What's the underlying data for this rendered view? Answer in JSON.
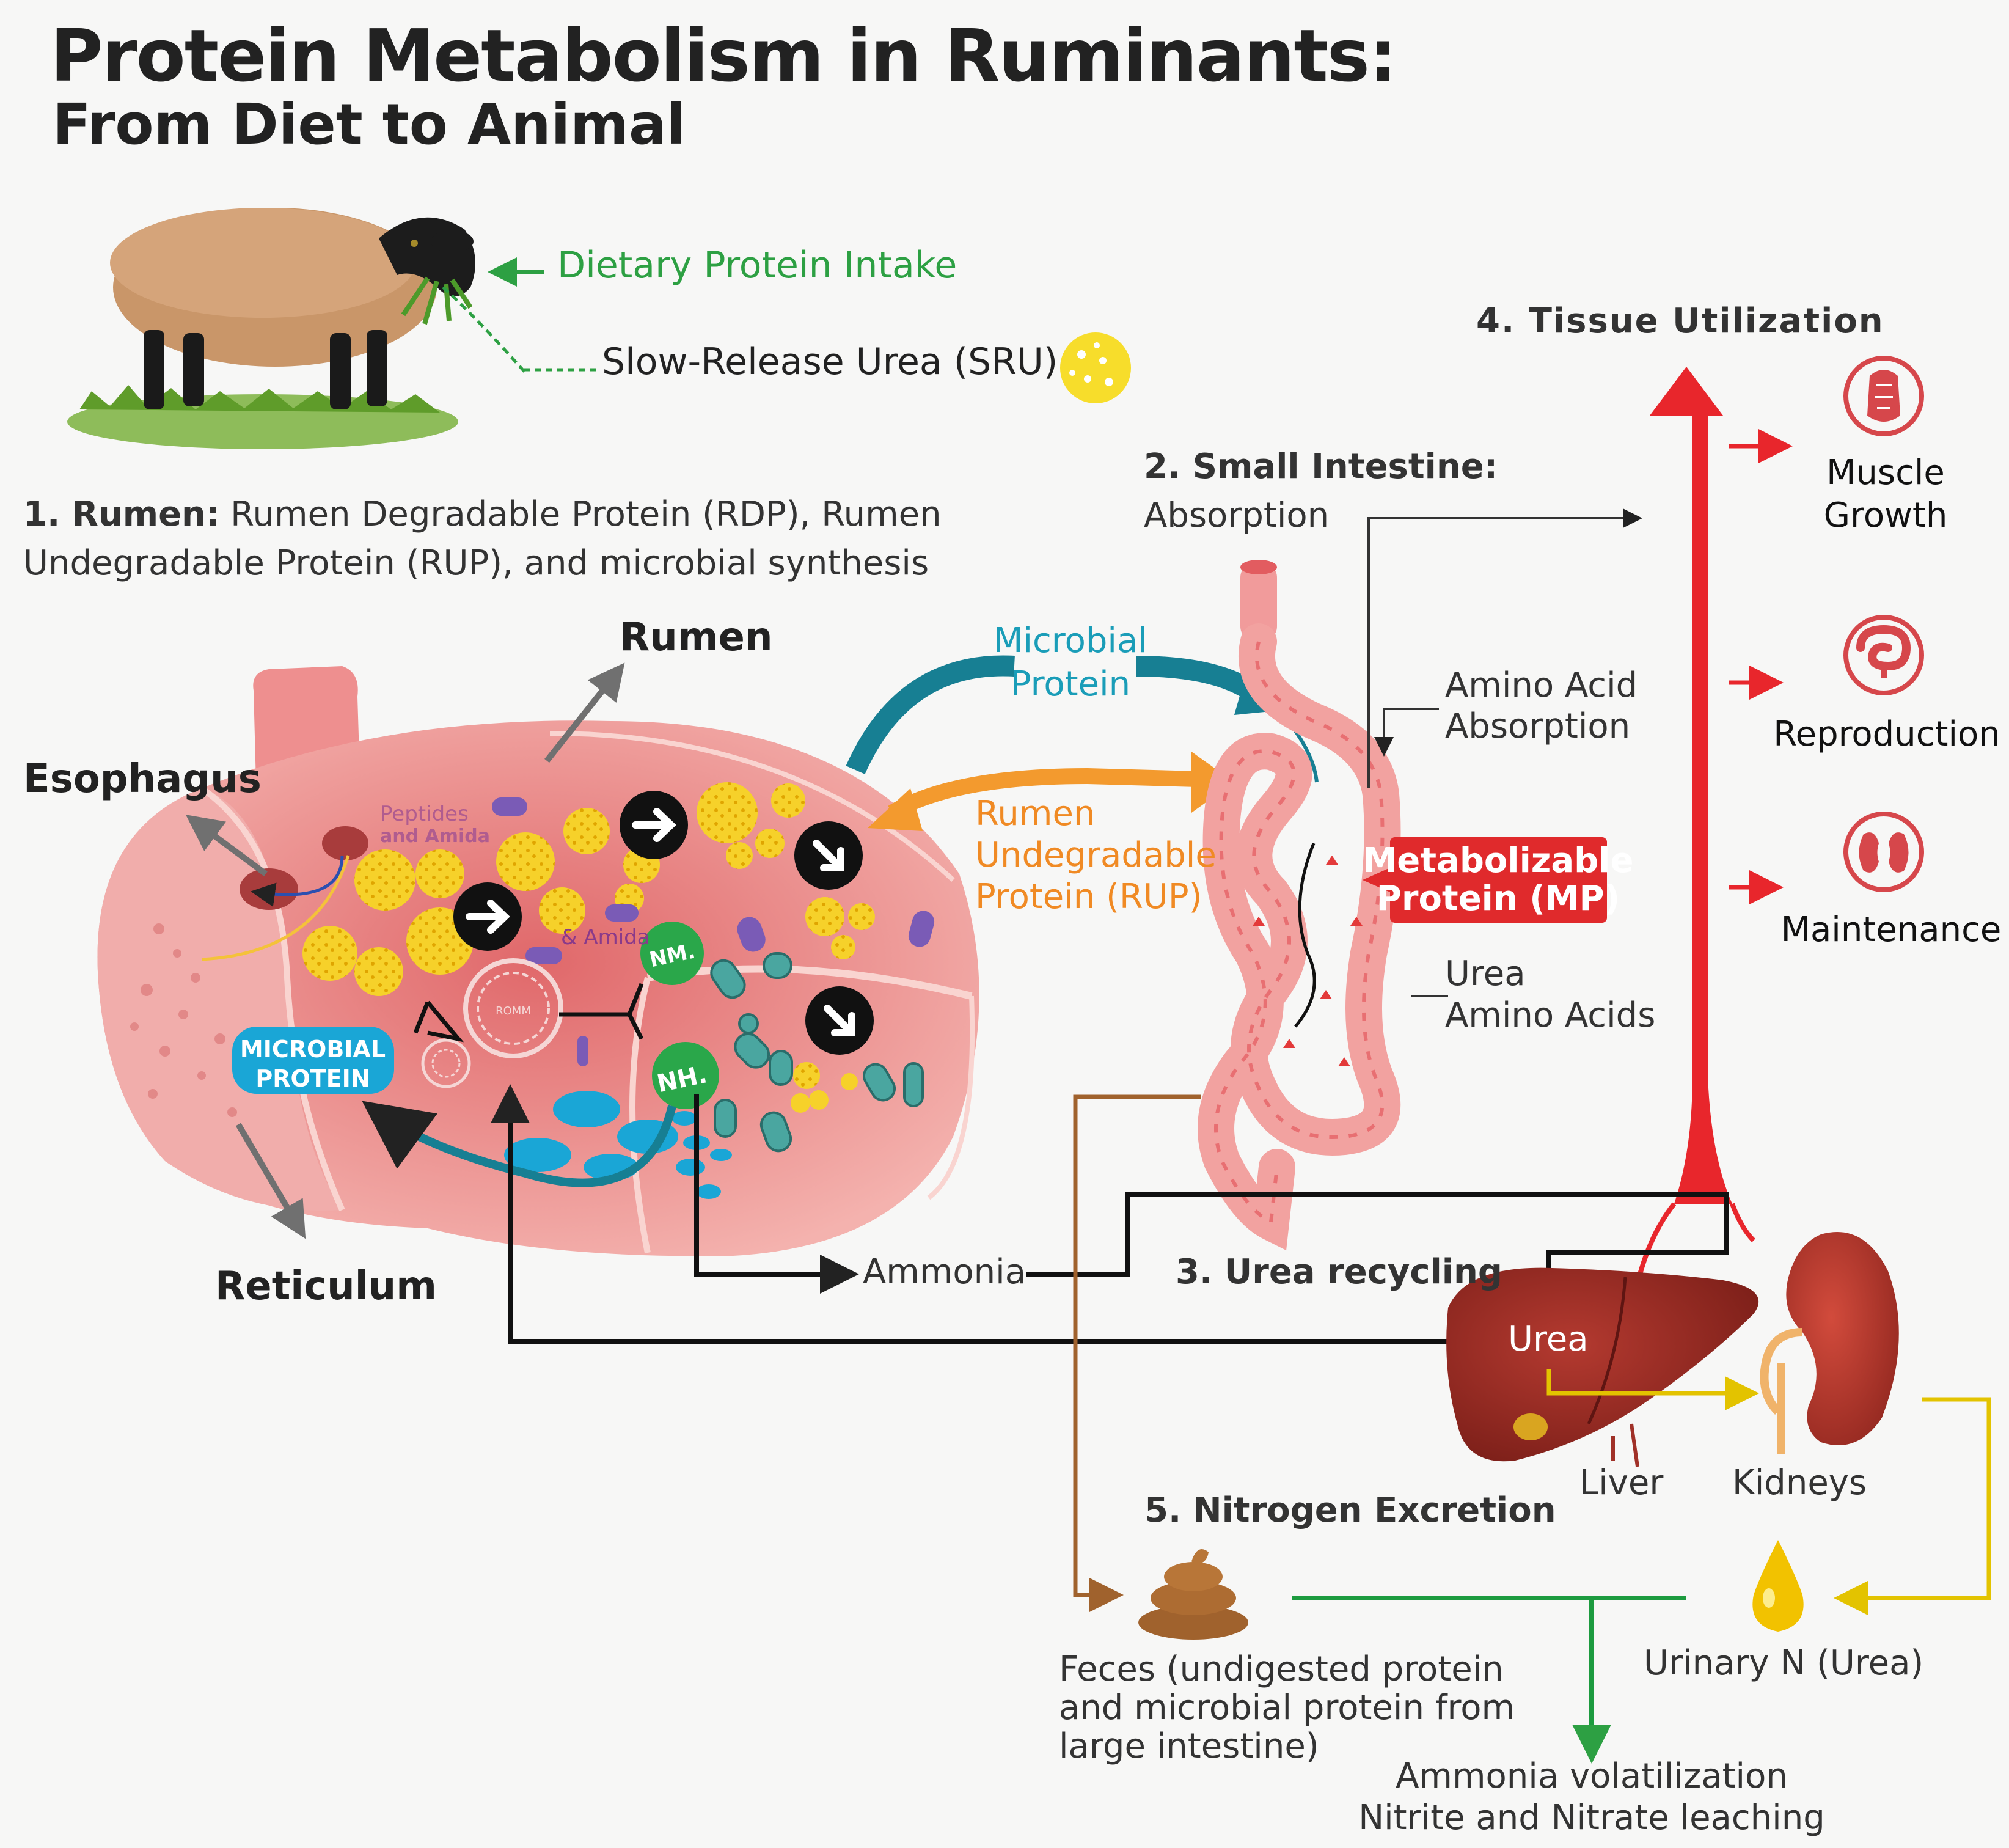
{
  "header": {
    "title": "Protein Metabolism in Ruminants:",
    "subtitle": "From Diet to Animal"
  },
  "intake": {
    "dietary": "Dietary Protein Intake",
    "sru": "Slow-Release Urea (SRU)"
  },
  "rumen_section": {
    "heading": "1. Rumen:",
    "line1_rest": " Rumen Degradable Protein (RDP), Rumen",
    "line2": "Undegradable Protein (RUP), and microbial synthesis"
  },
  "rumen_organ": {
    "rumen": "Rumen",
    "esophagus": "Esophagus",
    "reticulum": "Reticulum",
    "peptides1": "Peptides",
    "peptides2": "and Amida",
    "amida": "& Amida",
    "nh1": "NM.",
    "nh2": "NH.",
    "microbial_badge1": "MICROBIAL",
    "microbial_badge2": "PROTEIN",
    "rumen_core": "ROMM"
  },
  "flows": {
    "microbial_protein1": "Microbial",
    "microbial_protein2": "Protein",
    "rup1": "Rumen",
    "rup2": "Undegradable",
    "rup3": "Protein (RUP)",
    "ammonia": "Ammonia"
  },
  "small_intestine": {
    "heading": "2. Small Intestine:",
    "sub": "Absorption",
    "aa1": "Amino Acid",
    "aa2": "Absorption",
    "mp1": "Metabolizable",
    "mp2": "Protein (MP)",
    "urea": "Urea",
    "amino_acids": "Amino Acids"
  },
  "tissue": {
    "heading": "4. Tissue Utilization",
    "muscle1": "Muscle",
    "muscle2": "Growth",
    "reproduction": "Reproduction",
    "maintenance": "Maintenance"
  },
  "urea_recycling": {
    "heading": "3. Urea recycling",
    "urea": "Urea",
    "liver": "Liver",
    "kidneys": "Kidneys"
  },
  "excretion": {
    "heading": "5. Nitrogen Excretion",
    "feces1": "Feces (undigested protein",
    "feces2": "and microbial protein from",
    "feces3": "large intestine)",
    "urinary": "Urinary N (Urea)",
    "env1": "Ammonia volatilization",
    "env2": "Nitrite and Nitrate leaching"
  },
  "colors": {
    "red": "#e8262c",
    "teal": "#1a8ca8",
    "orange": "#f39a2e",
    "green": "#2da043",
    "brown": "#a0622d",
    "yellow": "#e3c300",
    "rumen_pink": "#f2a4a2"
  }
}
